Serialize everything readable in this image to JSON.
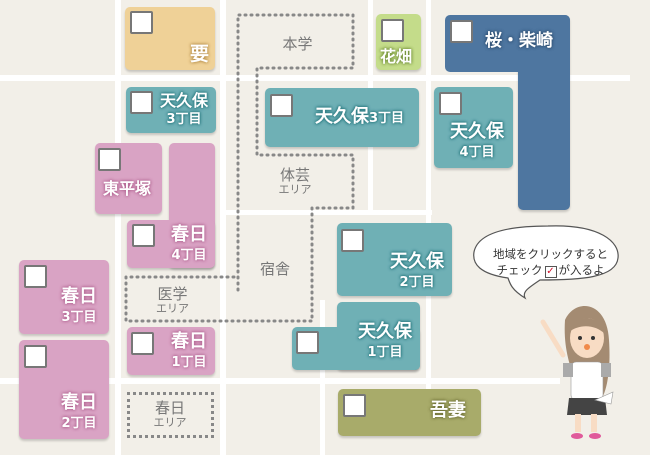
{
  "regions": {
    "kaname": {
      "label": "要",
      "checked": false
    },
    "hanabatake": {
      "label": "花畑",
      "checked": false
    },
    "sakura_shibasaki": {
      "label": "桜・柴崎",
      "checked": false
    },
    "amakubo3_small": {
      "label": "天久保",
      "sub": "3丁目",
      "checked": false
    },
    "amakubo3": {
      "label": "天久保",
      "sub": "3丁目",
      "checked": false
    },
    "amakubo4": {
      "label": "天久保",
      "sub": "4丁目",
      "checked": false
    },
    "higashihiratsuka": {
      "label": "東平塚",
      "checked": false
    },
    "kasuga4": {
      "label": "春日",
      "sub": "4丁目",
      "checked": false
    },
    "amakubo2": {
      "label": "天久保",
      "sub": "2丁目",
      "checked": false
    },
    "amakubo1": {
      "label": "天久保",
      "sub": "1丁目",
      "checked": false
    },
    "kasuga3": {
      "label": "春日",
      "sub": "3丁目",
      "checked": false
    },
    "kasuga2": {
      "label": "春日",
      "sub": "2丁目",
      "checked": false
    },
    "kasuga1": {
      "label": "春日",
      "sub": "1丁目",
      "checked": false
    },
    "azuma": {
      "label": "吾妻",
      "checked": false
    }
  },
  "areas": {
    "honngaku": "本学",
    "taigei": "体芸",
    "taigei_sub": "エリア",
    "shukusha": "宿舎",
    "igaku": "医学",
    "igaku_sub": "エリア",
    "kasuga": "春日",
    "kasuga_sub": "エリア"
  },
  "bubble": {
    "line1": "地域をクリックすると",
    "line2a": "チェック",
    "line2b": "が入るよ"
  },
  "colors": {
    "teal": "#6fb0b5",
    "pink": "#d9a3c4",
    "yellow": "#efd197",
    "green": "#c4dc8a",
    "blue": "#4e76a0",
    "olive": "#a8ab6a"
  }
}
